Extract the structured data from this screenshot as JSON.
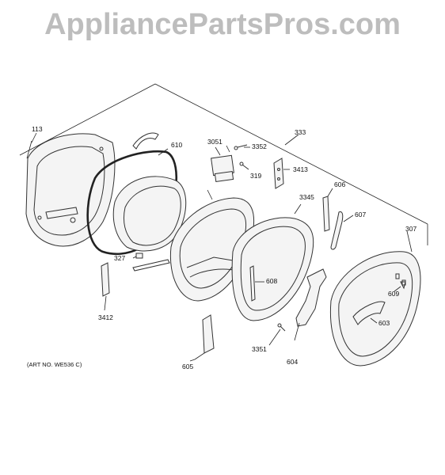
{
  "watermark": "AppliancePartsPros.com",
  "art_no": "(ART NO. WE536 C)",
  "callouts": {
    "c113": "113",
    "c610": "610",
    "c3051": "3051",
    "c3352": "3352",
    "c333": "333",
    "c319": "319",
    "c3413": "3413",
    "c3345": "3345",
    "c606": "606",
    "c607": "607",
    "c307": "307",
    "c327": "327",
    "c608": "608",
    "c609": "609",
    "c3412": "3412",
    "c603": "603",
    "c3351": "3351",
    "c604": "604",
    "c605": "605"
  }
}
